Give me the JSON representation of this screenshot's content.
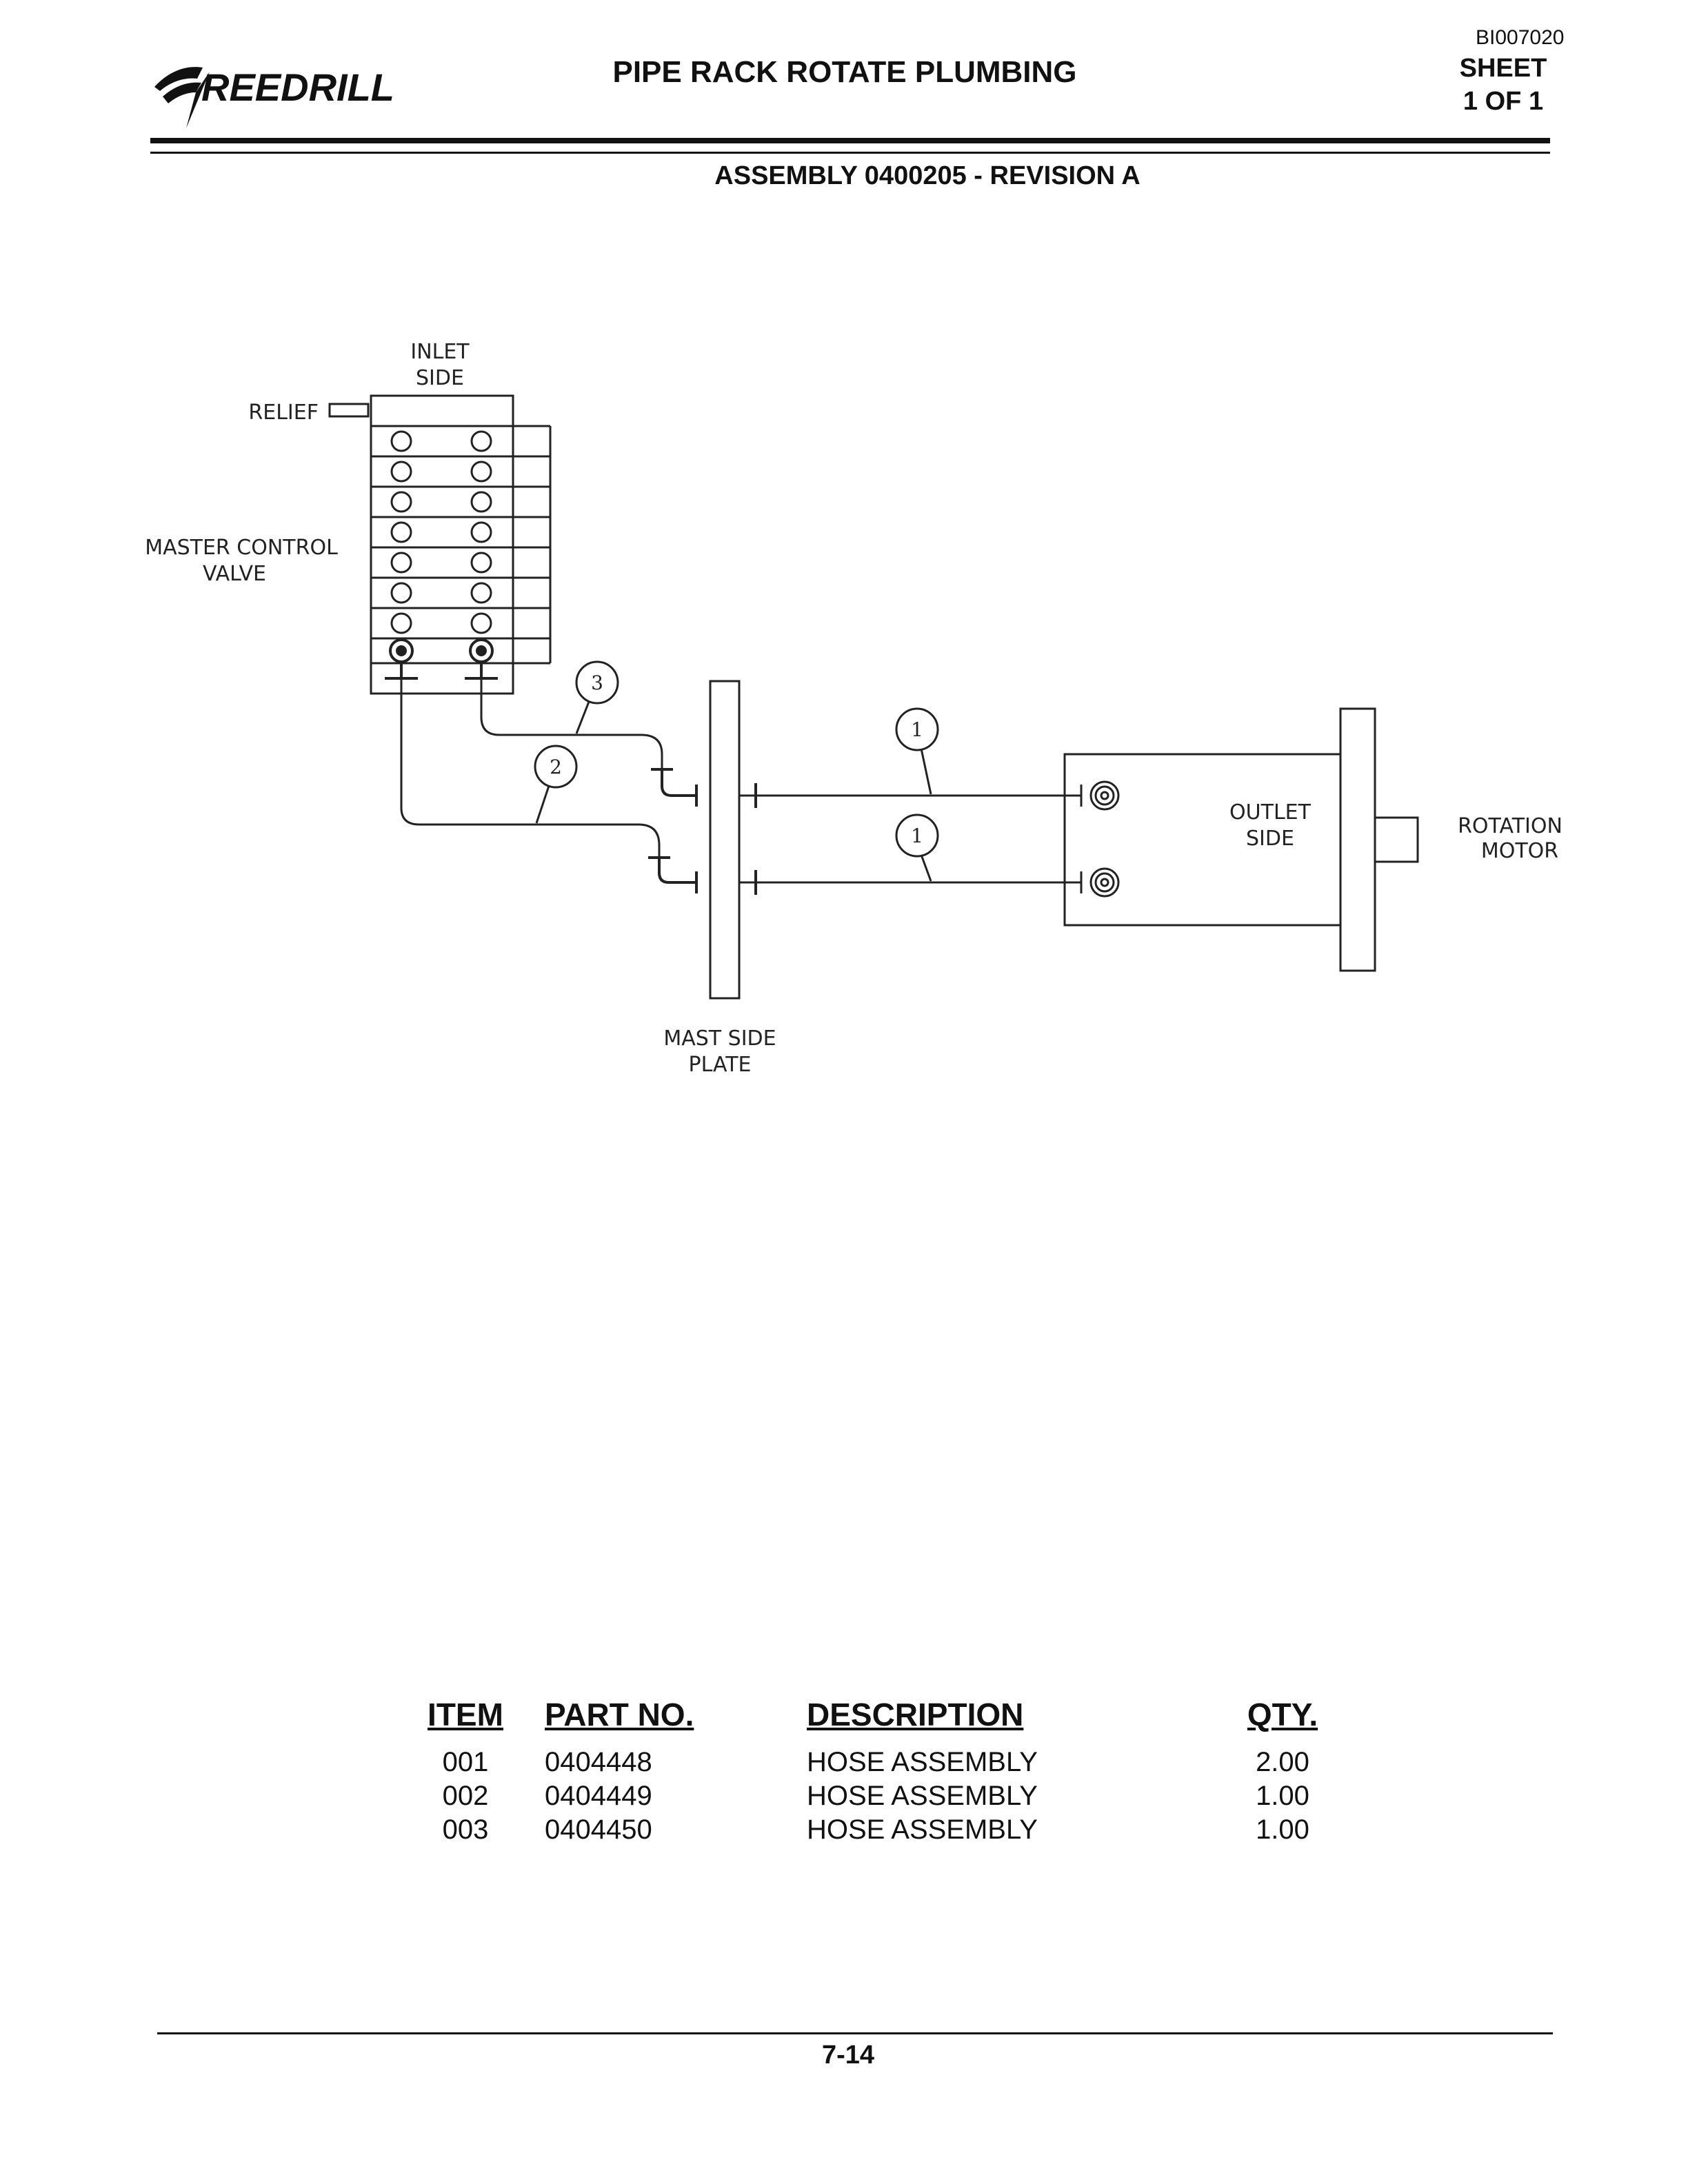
{
  "header": {
    "logo_text": "REEDRILL",
    "title": "PIPE RACK ROTATE PLUMBING",
    "doc_id": "BI007020",
    "sheet_label": "SHEET",
    "sheet_count": "1 OF 1",
    "subtitle": "ASSEMBLY 0400205 - REVISION A"
  },
  "diagram": {
    "labels": {
      "inlet_side_1": "INLET",
      "inlet_side_2": "SIDE",
      "relief": "RELIEF",
      "master_control_1": "MASTER CONTROL",
      "master_control_2": "VALVE",
      "mast_side_1": "MAST SIDE",
      "mast_side_2": "PLATE",
      "outlet_side_1": "OUTLET",
      "outlet_side_2": "SIDE",
      "rotation_motor_1": "ROTATION",
      "rotation_motor_2": "MOTOR"
    },
    "callouts": {
      "hose_3": "3",
      "hose_2": "2",
      "hose_1_top": "1",
      "hose_1_bottom": "1"
    }
  },
  "parts_table": {
    "headers": {
      "item": "ITEM",
      "part_no": "PART NO.",
      "description": "DESCRIPTION",
      "qty": "QTY."
    },
    "rows": [
      {
        "item": "001",
        "part_no": "0404448",
        "description": "HOSE ASSEMBLY",
        "qty": "2.00"
      },
      {
        "item": "002",
        "part_no": "0404449",
        "description": "HOSE ASSEMBLY",
        "qty": "1.00"
      },
      {
        "item": "003",
        "part_no": "0404450",
        "description": "HOSE ASSEMBLY",
        "qty": "1.00"
      }
    ]
  },
  "footer": {
    "page_number": "7-14"
  }
}
